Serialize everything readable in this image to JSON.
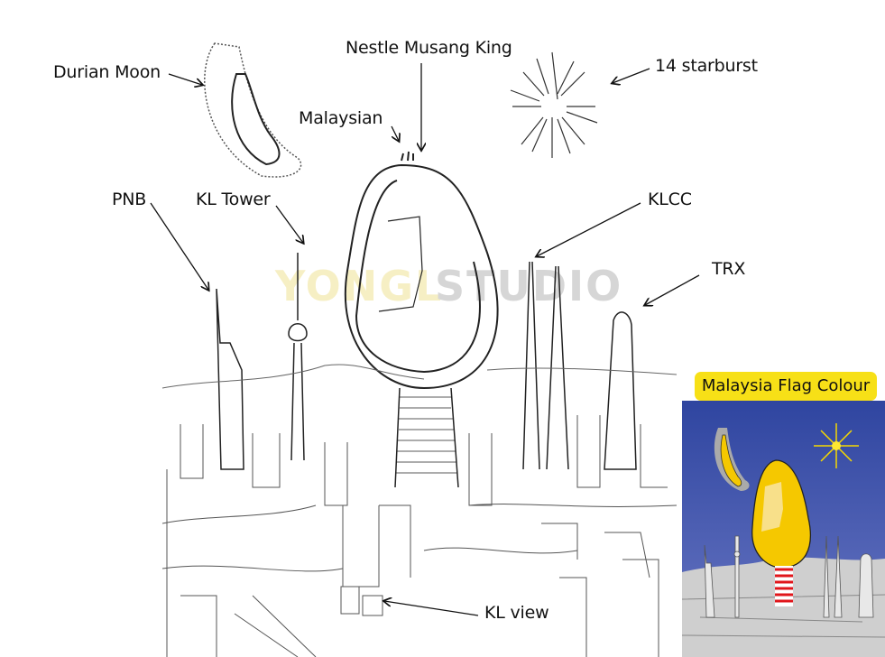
{
  "labels": {
    "durian_moon": "Durian Moon",
    "nestle_musang_king": "Nestle Musang King",
    "malaysian": "Malaysian",
    "starburst": "14 starburst",
    "pnb": "PNB",
    "kl_tower": "KL Tower",
    "klcc": "KLCC",
    "trx": "TRX",
    "kl_view": "KL view"
  },
  "inset": {
    "title": "Malaysia Flag Colour",
    "colors": {
      "sky": "#3b4fa8",
      "yellow": "#f5c800",
      "red": "#e0161b",
      "city": "#c8c8c8"
    }
  },
  "watermark": {
    "part1": "YONGL",
    "part2": "STUDIO",
    "color1": "#f6efc4",
    "color2": "#d4d4d4"
  }
}
